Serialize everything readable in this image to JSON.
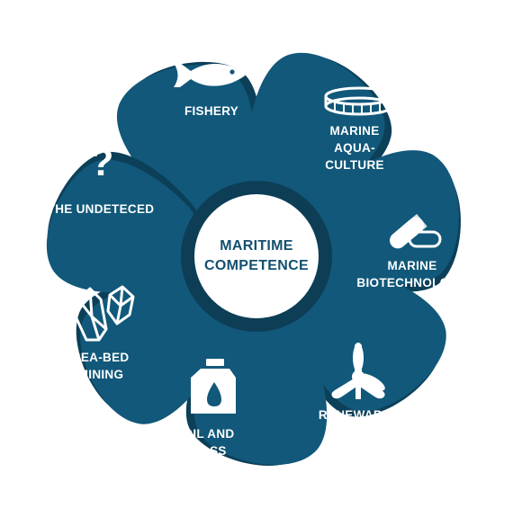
{
  "colors": {
    "petal": "#11587a",
    "petal_shadow": "#0c3f58",
    "center_ring": "#0d3e56",
    "center_fill": "#ffffff",
    "center_text": "#12506f",
    "icon": "#ffffff"
  },
  "center": {
    "label": "MARITIME\nCOMPETENCE"
  },
  "sectors": [
    {
      "label": "FISHERY",
      "icon": "fish-icon"
    },
    {
      "label": "MARINE\nAQUA-\nCULTURE",
      "icon": "aquaculture-ring-icon"
    },
    {
      "label": "MARINE\nBIOTECHNOLOGY",
      "icon": "capsule-pills-icon"
    },
    {
      "label": "RENEWABLES",
      "icon": "wind-turbine-icon"
    },
    {
      "label": "OIL AND\nGASS",
      "icon": "oil-canister-icon"
    },
    {
      "label": "SEA-BED\nMINING",
      "icon": "crystals-icon"
    },
    {
      "label": "THE UNDETECED",
      "icon": "question-mark-icon"
    }
  ]
}
